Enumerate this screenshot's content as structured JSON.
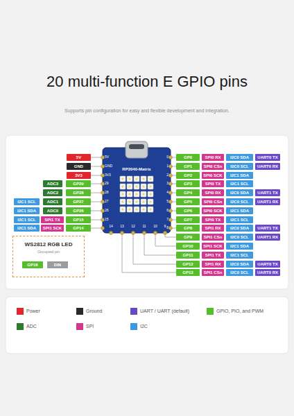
{
  "diagram": {
    "title": "20 multi-function E GPIO pins",
    "nodes": [
      {
        "text": [
          "5V"
        ]
      },
      {
        "text": [
          "GND"
        ]
      },
      {
        "text": [
          "3V3"
        ]
      },
      {
        "text": [
          "ADC3"
        ]
      },
      {
        "text": [
          "GP29"
        ]
      },
      {
        "text": [
          "ADC2"
        ]
      },
      {
        "text": [
          "GP28"
        ]
      },
      {
        "text": [
          "I2C1 SCL"
        ]
      },
      {
        "text": [
          "ADC1"
        ]
      },
      {
        "text": [
          "GP27"
        ]
      },
      {
        "text": [
          "I2C1 SDA"
        ]
      },
      {
        "text": [
          "ADC0"
        ]
      },
      {
        "text": [
          "GP26"
        ]
      },
      {
        "text": [
          "I2C1 SCL"
        ]
      },
      {
        "text": [
          "SPI1 TX"
        ]
      },
      {
        "text": [
          "GP15"
        ]
      },
      {
        "text": [
          "I2C1 SDA"
        ]
      },
      {
        "text": [
          "SPI1 SCK"
        ]
      },
      {
        "text": [
          "GP14"
        ]
      },
      {
        "text": [
          "WS2812 RGB LED",
          "Occupied pin"
        ]
      },
      {
        "text": [
          "GP16"
        ],
        "in": 19
      },
      {
        "text": [
          "DIN"
        ],
        "in": 19
      },
      {
        "text": [
          "GP0"
        ]
      },
      {
        "text": [
          "SPI0 RX"
        ]
      },
      {
        "text": [
          "I2C0 SDA"
        ]
      },
      {
        "text": [
          "UART0 TX"
        ]
      },
      {
        "text": [
          "GP1"
        ]
      },
      {
        "text": [
          "SPI0 CSn"
        ]
      },
      {
        "text": [
          "I2C0 SCL"
        ]
      },
      {
        "text": [
          "UART0 RX"
        ]
      },
      {
        "text": [
          "GP2"
        ]
      },
      {
        "text": [
          "SPI0 SCK"
        ]
      },
      {
        "text": [
          "I2C1 SDA"
        ]
      },
      {
        "text": [
          "GP3"
        ]
      },
      {
        "text": [
          "SPI0 TX"
        ]
      },
      {
        "text": [
          "I2C1 SCL"
        ]
      },
      {
        "text": [
          "GP4"
        ]
      },
      {
        "text": [
          "SPI0 RX"
        ]
      },
      {
        "text": [
          "I2C0 SDA"
        ]
      },
      {
        "text": [
          "UART1 TX"
        ]
      },
      {
        "text": [
          "GP5"
        ]
      },
      {
        "text": [
          "SPI0 CSn"
        ]
      },
      {
        "text": [
          "I2C0 SCL"
        ]
      },
      {
        "text": [
          "UART1 RX"
        ]
      },
      {
        "text": [
          "GP6"
        ]
      },
      {
        "text": [
          "SPI0 SCK"
        ]
      },
      {
        "text": [
          "I2C1 SDA"
        ]
      },
      {
        "text": [
          "GP7"
        ]
      },
      {
        "text": [
          "SPI0 TX"
        ]
      },
      {
        "text": [
          "I2C1 SCL"
        ]
      },
      {
        "text": [
          "GP8"
        ]
      },
      {
        "text": [
          "SPI1 RX"
        ]
      },
      {
        "text": [
          "I2C0 SDA"
        ]
      },
      {
        "text": [
          "UART1 TX"
        ]
      },
      {
        "text": [
          "GP9"
        ]
      },
      {
        "text": [
          "SPI1 CSn"
        ]
      },
      {
        "text": [
          "I2C0 SCL"
        ]
      },
      {
        "text": [
          "UART1 RX"
        ]
      },
      {
        "text": [
          "GP10"
        ]
      },
      {
        "text": [
          "SPI1 SCK"
        ]
      },
      {
        "text": [
          "I2C1 SDA"
        ]
      },
      {
        "text": [
          "GP11"
        ]
      },
      {
        "text": [
          "SPI1 TX"
        ]
      },
      {
        "text": [
          "I2C1 SCL"
        ]
      },
      {
        "text": [
          "GP12"
        ]
      },
      {
        "text": [
          "SPI1 RX"
        ]
      },
      {
        "text": [
          "I2C0 SDA"
        ]
      },
      {
        "text": [
          "UART0 TX"
        ]
      },
      {
        "text": [
          "GP13"
        ]
      },
      {
        "text": [
          "SPI1 CSn"
        ]
      },
      {
        "text": [
          "I2C0 SCL"
        ]
      },
      {
        "text": [
          "UART0 RX"
        ]
      }
    ],
    "labels": [
      "Supports pin configuration for easy and flexible development and integration.",
      "RP2040-Matrix",
      "5V",
      "GND",
      "3V3",
      "29",
      "28",
      "27",
      "26",
      "15",
      "0",
      "1",
      "2",
      "3",
      "4",
      "5",
      "6",
      "7",
      "8",
      "14",
      "13",
      "12",
      "11",
      "10",
      "9"
    ],
    "legend": [
      {
        "text": "Power",
        "color": "#e1262c"
      },
      {
        "text": "Ground",
        "color": "#2a2a2a"
      },
      {
        "text": "UART / UART (default)",
        "color": "#6b48c8"
      },
      {
        "text": "GPIO, PIO, and PWM",
        "color": "#56bd2b"
      },
      {
        "text": "ADC",
        "color": "#2e7b30"
      },
      {
        "text": "SPI",
        "color": "#d4358e"
      },
      {
        "text": "I2C",
        "color": "#3d9ae0"
      }
    ]
  }
}
